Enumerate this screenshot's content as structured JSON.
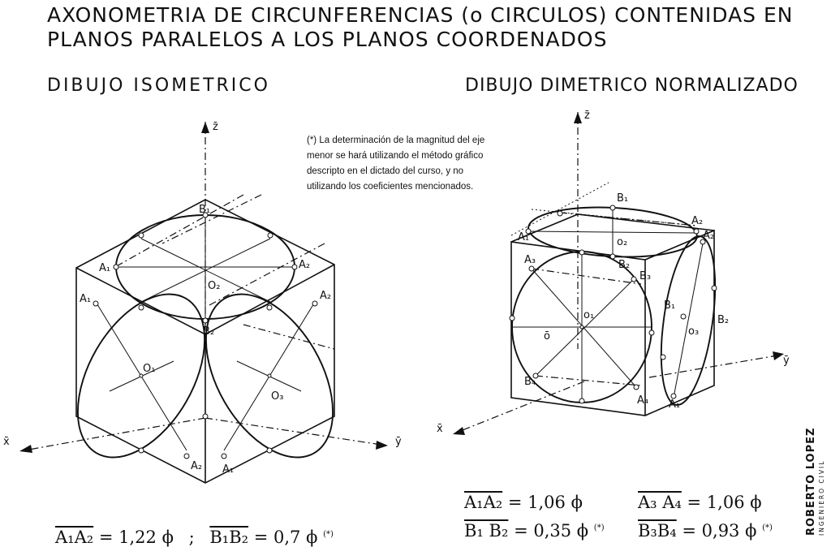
{
  "title_line1": "AXONOMETRIA DE CIRCUNFERENCIAS (o CIRCULOS) CONTENIDAS EN",
  "title_line2": "PLANOS PARALELOS A LOS PLANOS COORDENADOS",
  "iso": {
    "heading": "DIBUJO ISOMETRICO",
    "labels": {
      "z": "z̄",
      "x": "x̄",
      "y": "ȳ",
      "B1": "B₁",
      "B2": "B₂",
      "A1_top": "A₁",
      "A2_top": "A₂",
      "O2": "O₂",
      "A1_left": "A₁",
      "A2_right": "A₂",
      "O1": "O₁",
      "O3": "O₃",
      "A2_bottom": "A₂",
      "A1_bottom": "A₁"
    },
    "formula": {
      "f1_lhs": "A₁A₂",
      "f1_rhs": "= 1,22 ϕ",
      "sep": ";",
      "f2_lhs": "B₁B₂",
      "f2_rhs": "= 0,7 ϕ",
      "mark": "(*)"
    }
  },
  "dim": {
    "heading": "DIBUJO DIMETRICO NORMALIZADO",
    "labels": {
      "z": "z̄",
      "x": "x̄",
      "y": "ȳ",
      "B1_top": "B₁",
      "A1_top": "A₁",
      "A2_top": "A₂",
      "A2_side": "A₂",
      "O2": "o₂",
      "B2_top": "B₂",
      "A3": "A₃",
      "B3": "B₃",
      "O1": "o₁",
      "O": "ō",
      "B4": "B₄",
      "A4": "A₄",
      "B1_side": "B₁",
      "O3": "o₃",
      "B2_side": "B₂",
      "A1_side": "A₁"
    },
    "formula": {
      "f1_lhs": "A₁A₂",
      "f1_rhs": "= 1,06 ϕ",
      "f2_lhs": "B₁ B₂",
      "f2_rhs": "= 0,35 ϕ",
      "f2_mark": "(*)",
      "f3_lhs": "A₃ A₄",
      "f3_rhs": "= 1,06 ϕ",
      "f4_lhs": "B₃B₄",
      "f4_rhs": "= 0,93 ϕ",
      "f4_mark": "(*)"
    }
  },
  "note": {
    "line1": "(*) La determinación de la magnitud del eje",
    "line2": "menor se hará utilizando el método gráfico",
    "line3": "descripto en el dictado del curso, y no",
    "line4": "utilizando los coeficientes mencionados."
  },
  "signature": {
    "name": "ROBERTO LOPEZ",
    "role": "INGENIERO CIVIL"
  }
}
